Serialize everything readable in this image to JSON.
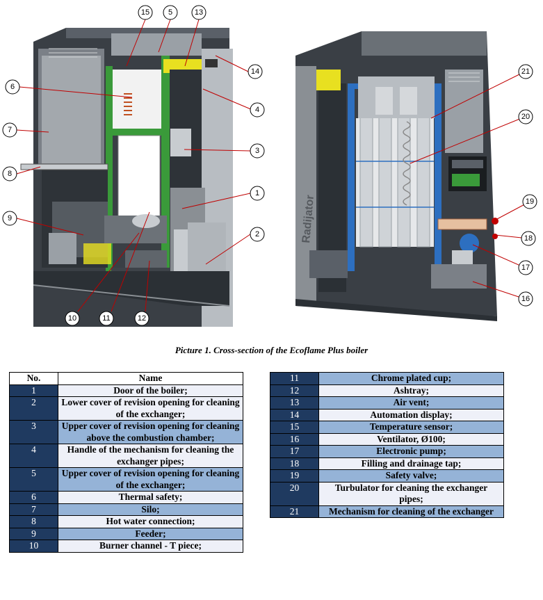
{
  "caption": "Picture 1. Cross-section of the Ecoflame Plus boiler",
  "brand_text": "Radijator",
  "table_headers": {
    "no": "No.",
    "name": "Name"
  },
  "callouts_left": [
    "15",
    "5",
    "13",
    "14",
    "6",
    "4",
    "7",
    "3",
    "8",
    "1",
    "9",
    "2",
    "10",
    "11",
    "12"
  ],
  "callouts_right": [
    "21",
    "20",
    "19",
    "18",
    "17",
    "16"
  ],
  "parts_left": [
    {
      "no": "1",
      "name": "Door of the boiler;"
    },
    {
      "no": "2",
      "name": "Lower cover of revision opening for cleaning of the exchanger;"
    },
    {
      "no": "3",
      "name": "Upper cover of revision opening for cleaning above the combustion chamber;"
    },
    {
      "no": "4",
      "name": "Handle of the mechanism for cleaning the exchanger pipes;"
    },
    {
      "no": "5",
      "name": "Upper cover of revision opening for cleaning of the exchanger;"
    },
    {
      "no": "6",
      "name": "Thermal safety;"
    },
    {
      "no": "7",
      "name": "Silo;"
    },
    {
      "no": "8",
      "name": "Hot water connection;"
    },
    {
      "no": "9",
      "name": "Feeder;"
    },
    {
      "no": "10",
      "name": "Burner channel - T piece;"
    }
  ],
  "parts_right": [
    {
      "no": "11",
      "name": "Chrome plated cup;"
    },
    {
      "no": "12",
      "name": "Ashtray;"
    },
    {
      "no": "13",
      "name": "Air vent;"
    },
    {
      "no": "14",
      "name": "Automation display;"
    },
    {
      "no": "15",
      "name": "Temperature sensor;"
    },
    {
      "no": "16",
      "name": "Ventilator, Ø100;"
    },
    {
      "no": "17",
      "name": "Electronic pump;"
    },
    {
      "no": "18",
      "name": "Filling and drainage tap;"
    },
    {
      "no": "19",
      "name": "Safety valve;"
    },
    {
      "no": "20",
      "name": "Turbulator for cleaning the exchanger pipes;"
    },
    {
      "no": "21",
      "name": "Mechanism for cleaning of the exchanger"
    }
  ],
  "colors": {
    "header_dark": "#1f3a60",
    "row_blue": "#95b3d7",
    "row_light": "#eef0f8",
    "insulation_green": "#3a9a3a",
    "water_blue": "#2d6fc0",
    "insulation_yellow": "#e8e020",
    "callout_red": "#c00000"
  }
}
